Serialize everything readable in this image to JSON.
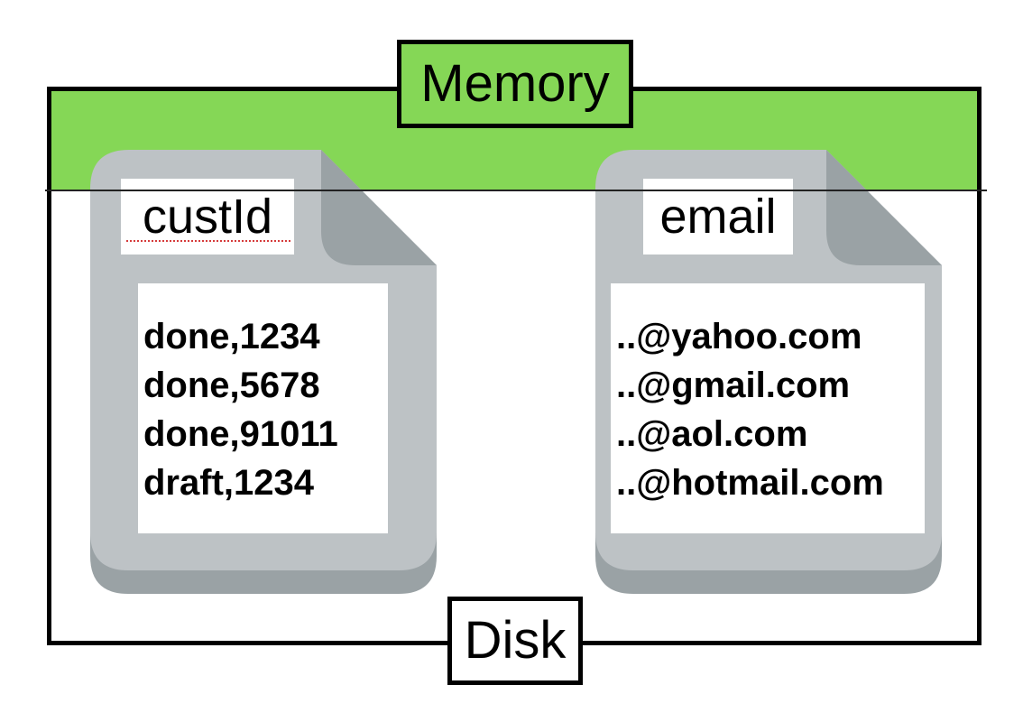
{
  "regions": {
    "memory_label": "Memory",
    "disk_label": "Disk"
  },
  "files": [
    {
      "title": "custId",
      "lines": [
        "done,1234",
        "done,5678",
        "done,91011",
        "draft,1234"
      ]
    },
    {
      "title": "email",
      "lines": [
        "..@yahoo.com",
        "..@gmail.com",
        "..@aol.com",
        "..@hotmail.com"
      ]
    }
  ],
  "colors": {
    "memory": "#85d756",
    "file_body": "#bdc2c5",
    "file_fold": "#9aa2a5"
  }
}
